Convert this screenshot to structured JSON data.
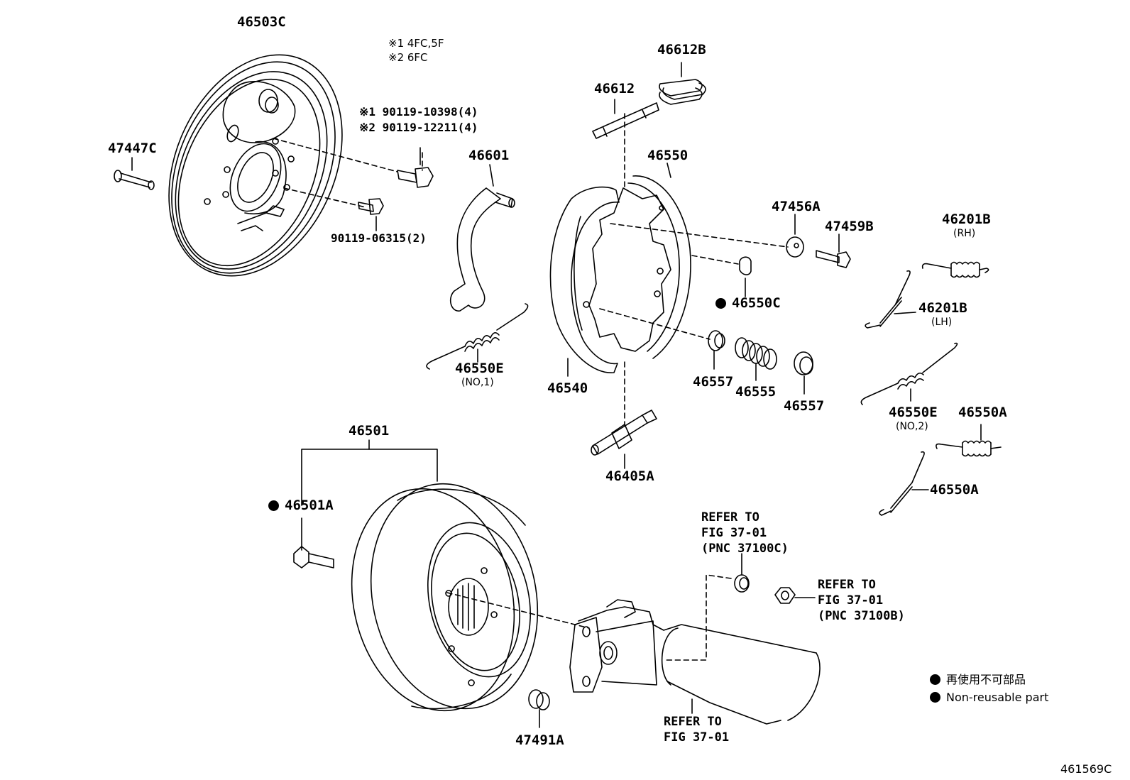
{
  "notes": [
    "※1 4FC,5F",
    "※2 6FC"
  ],
  "labels": {
    "p46503C": "46503C",
    "p47447C": "47447C",
    "bolt1": "※1 90119-10398(4)",
    "bolt2": "※2 90119-12211(4)",
    "p90119_06315": "90119-06315(2)",
    "p46612B": "46612B",
    "p46612": "46612",
    "p46601": "46601",
    "p46550": "46550",
    "p47456A": "47456A",
    "p47459B": "47459B",
    "p46201B_rh": "46201B",
    "p46201B_lh": "46201B",
    "p46550C": "46550C",
    "p46550E_1": "46550E",
    "p46540": "46540",
    "p46557_a": "46557",
    "p46555": "46555",
    "p46557_b": "46557",
    "p46550E_2": "46550E",
    "p46550A_a": "46550A",
    "p46550A_b": "46550A",
    "p46405A": "46405A",
    "p46501": "46501",
    "p46501A": "46501A",
    "p47491A": "47491A"
  },
  "sublabels": {
    "rh": "(RH)",
    "lh": "(LH)",
    "no1": "(NO,1)",
    "no2": "(NO,2)"
  },
  "refs": {
    "ref_c": "REFER TO\nFIG 37-01\n(PNC 37100C)",
    "ref_b": "REFER TO\nFIG 37-01\n(PNC 37100B)",
    "ref_shaft": "REFER TO\nFIG 37-01"
  },
  "legend": {
    "jp": "再使用不可部品",
    "en": "Non-reusable part"
  },
  "figure_id": "461569C"
}
